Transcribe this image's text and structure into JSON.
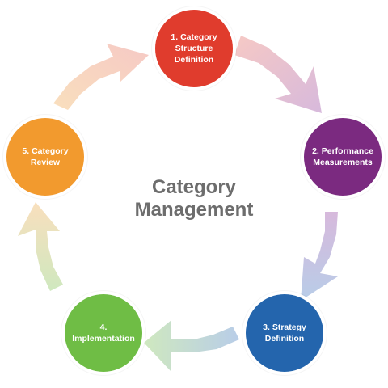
{
  "center": {
    "line1": "Category",
    "line2": "Management"
  },
  "steps": [
    {
      "line1": "1. Category",
      "line2": "Structure",
      "line3": "Definition",
      "color": "#e03c2d"
    },
    {
      "line1": "2. Performance",
      "line2": "Measurements",
      "color": "#7b2a80"
    },
    {
      "line1": "3. Strategy",
      "line2": "Definition",
      "color": "#2465ad"
    },
    {
      "line1": "4. Implementation",
      "color": "#6fbd45"
    },
    {
      "line1": "5. Category",
      "line2": "Review",
      "color": "#f29a2e"
    }
  ],
  "colors": {
    "title": "#6d6d6d",
    "arrow_1_to_2": [
      "#f6c9c5",
      "#d7b9dc"
    ],
    "arrow_2_to_3": [
      "#d7b9dc",
      "#b8cde8"
    ],
    "arrow_3_to_4": [
      "#b8cde8",
      "#cfe8bf"
    ],
    "arrow_4_to_5": [
      "#cfe8bf",
      "#f9dfbd"
    ],
    "arrow_5_to_1": [
      "#f9dfbd",
      "#f6c9c5"
    ]
  }
}
